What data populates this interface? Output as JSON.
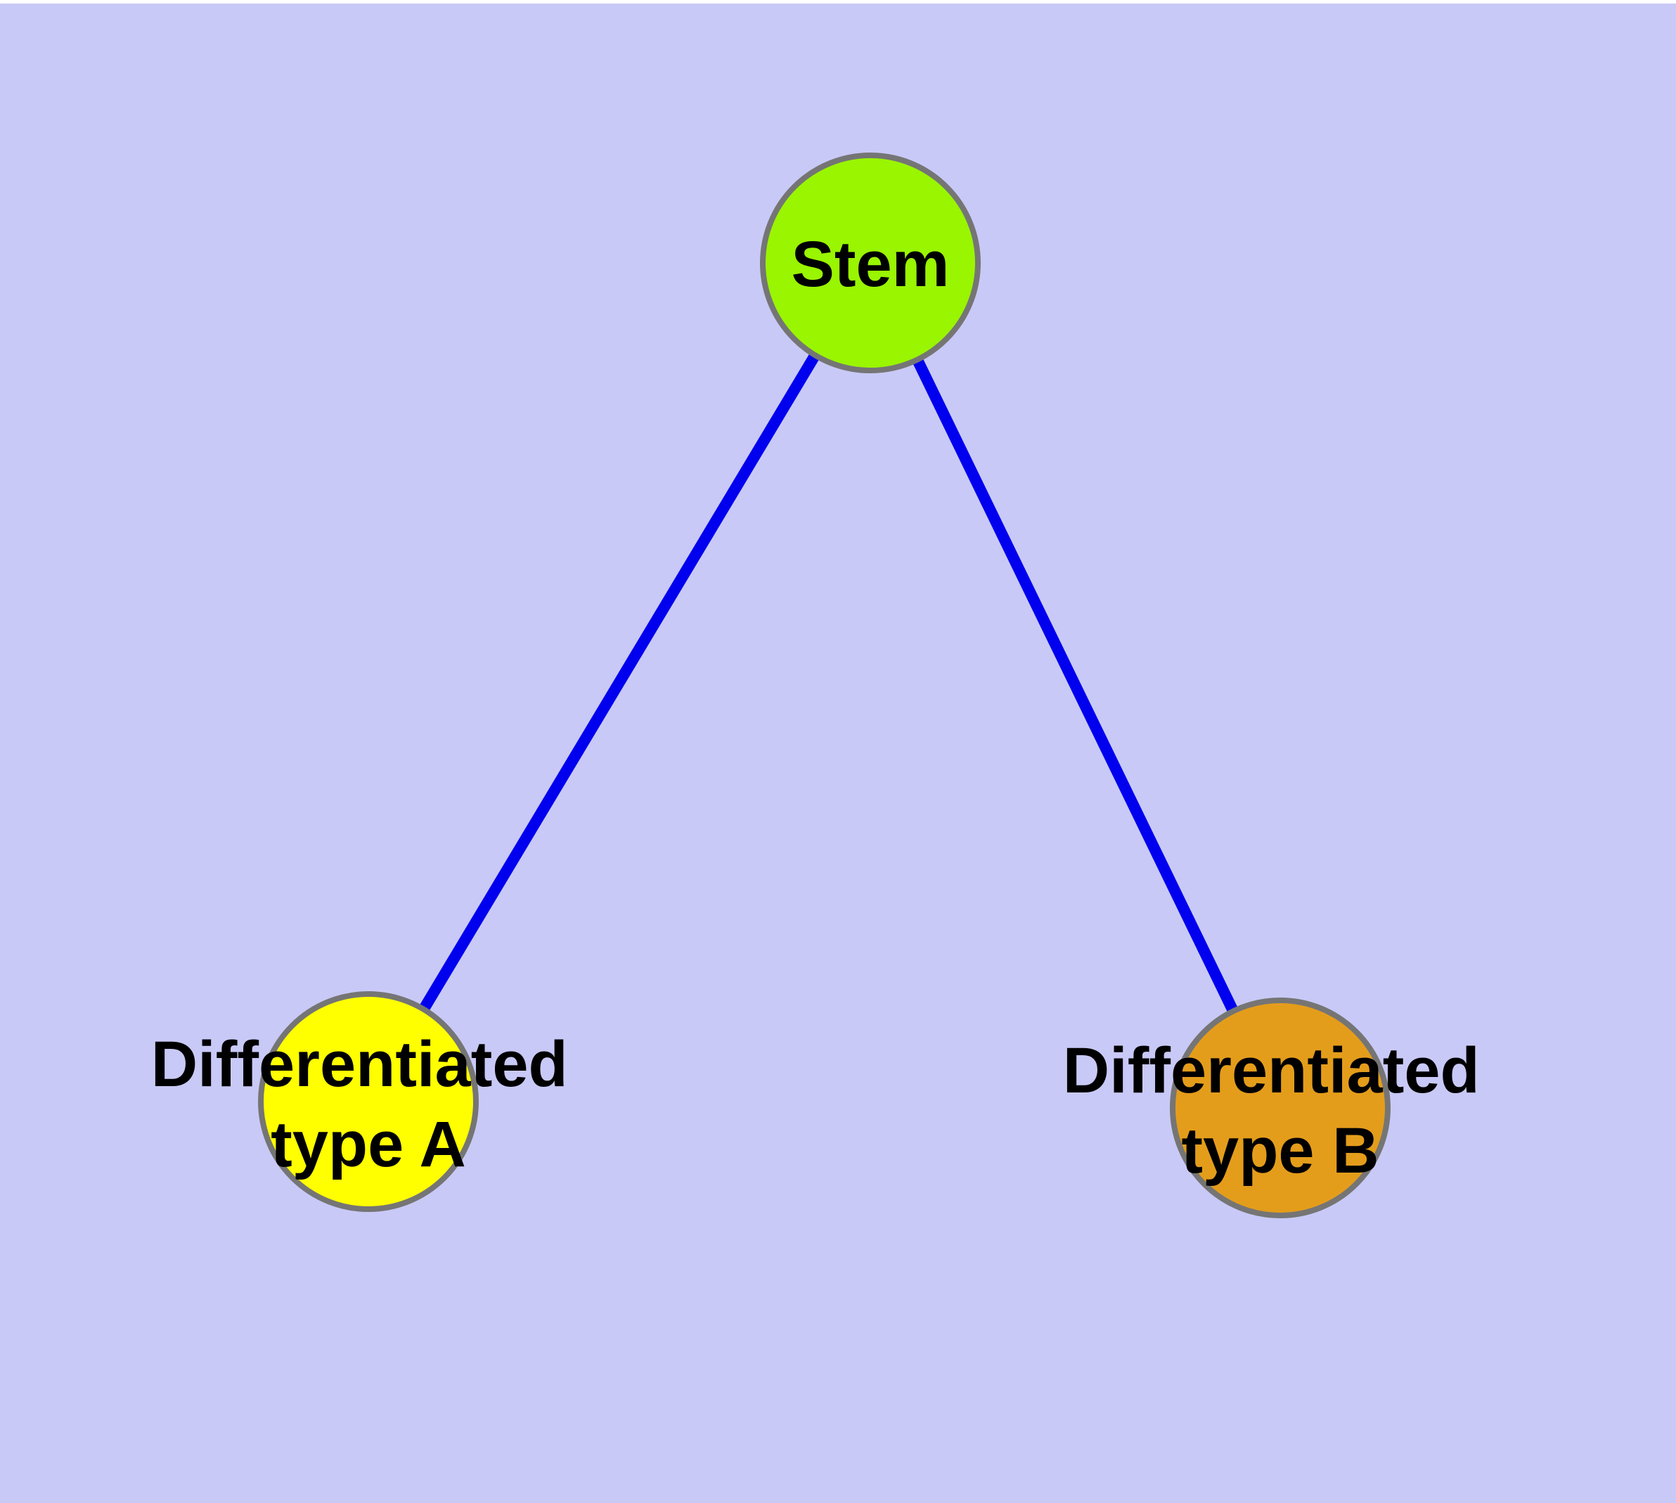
{
  "diagram": {
    "type": "graph",
    "description": "Stem cell differentiation tree: one stem node connected to two differentiated cell type nodes",
    "background_color": "#C9C9F7",
    "top_margin_color": "#FFFFFF",
    "edge_color": "#0000EE",
    "node_border_color": "#757575",
    "label_color": "#000000",
    "nodes": [
      {
        "id": "stem",
        "label": "Stem",
        "fill": "#99F500"
      },
      {
        "id": "diff-a",
        "label_line1": "Differentiated",
        "label_line2": "type A",
        "fill": "#FFFF00"
      },
      {
        "id": "diff-b",
        "label_line1": "Differentiated",
        "label_line2": "type B",
        "fill": "#E49D1B"
      }
    ],
    "edges": [
      {
        "from": "Stem",
        "to": "Differentiated type A"
      },
      {
        "from": "Stem",
        "to": "Differentiated type B"
      }
    ]
  }
}
